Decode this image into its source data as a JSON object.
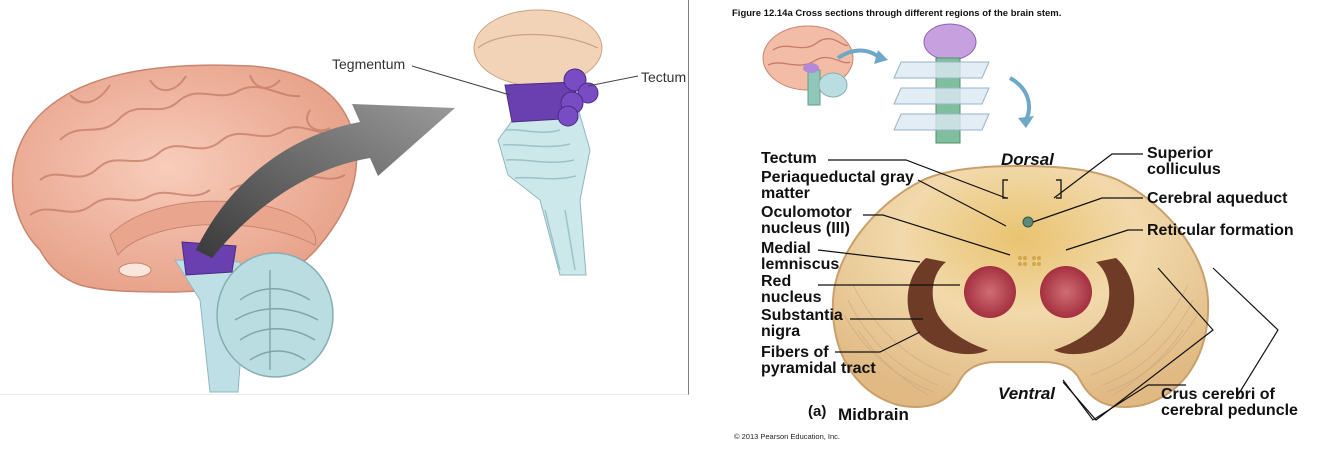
{
  "left_figure": {
    "labels": {
      "tegmentum": "Tegmentum",
      "tectum": "Tectum"
    }
  },
  "right_figure": {
    "title": "Figure 12.14a  Cross sections through different regions of the brain stem.",
    "caption_letter": "(a)",
    "caption_text": "Midbrain",
    "copyright": "© 2013 Pearson Education, Inc.",
    "directions": {
      "dorsal": "Dorsal",
      "ventral": "Ventral"
    },
    "left_labels": [
      [
        "Tectum"
      ],
      [
        "Periaqueductal gray",
        "matter"
      ],
      [
        "Oculomotor",
        "nucleus (III)"
      ],
      [
        "Medial",
        "lemniscus"
      ],
      [
        "Red",
        "nucleus"
      ],
      [
        "Substantia",
        "nigra"
      ],
      [
        "Fibers of",
        "pyramidal tract"
      ]
    ],
    "right_labels": [
      [
        "Superior",
        "colliculus"
      ],
      [
        "Cerebral aqueduct"
      ],
      [
        "Reticular formation"
      ],
      [
        "Crus cerebri of",
        "cerebral peduncle"
      ]
    ]
  },
  "colors": {
    "brain_pink": "#f2b8a2",
    "highlight_purple": "#6a3fb0",
    "midbrain_tan": "#f0d7a8",
    "red_nucleus": "#b53a48",
    "substantia_nigra": "#6e3c26",
    "cerebellum_blue": "#b9dde0"
  }
}
